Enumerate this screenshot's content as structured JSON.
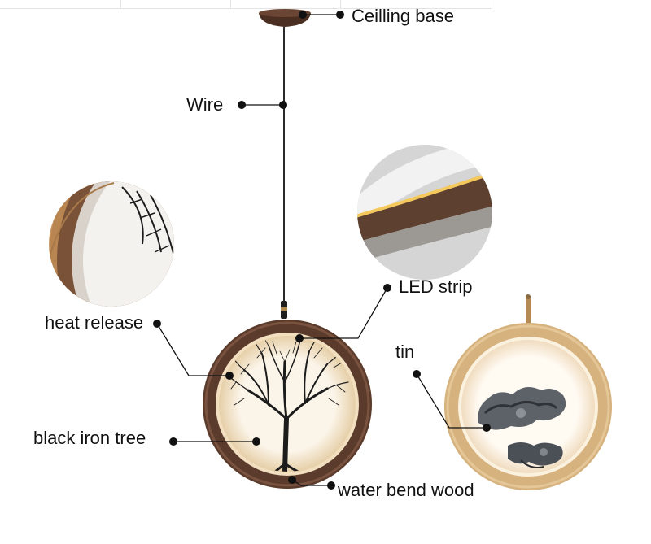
{
  "labels": {
    "ceiling_base": "Ceilling base",
    "wire": "Wire",
    "led_strip": "LED strip",
    "heat_release": "heat release",
    "tin": "tin",
    "black_iron_tree": "black iron tree",
    "water_bend_wood": "water bend wood"
  },
  "colors": {
    "walnut": "#5a3a2a",
    "light_wood": "#d9b88a",
    "led_glow": "#f7eddc",
    "leader": "#111111"
  }
}
